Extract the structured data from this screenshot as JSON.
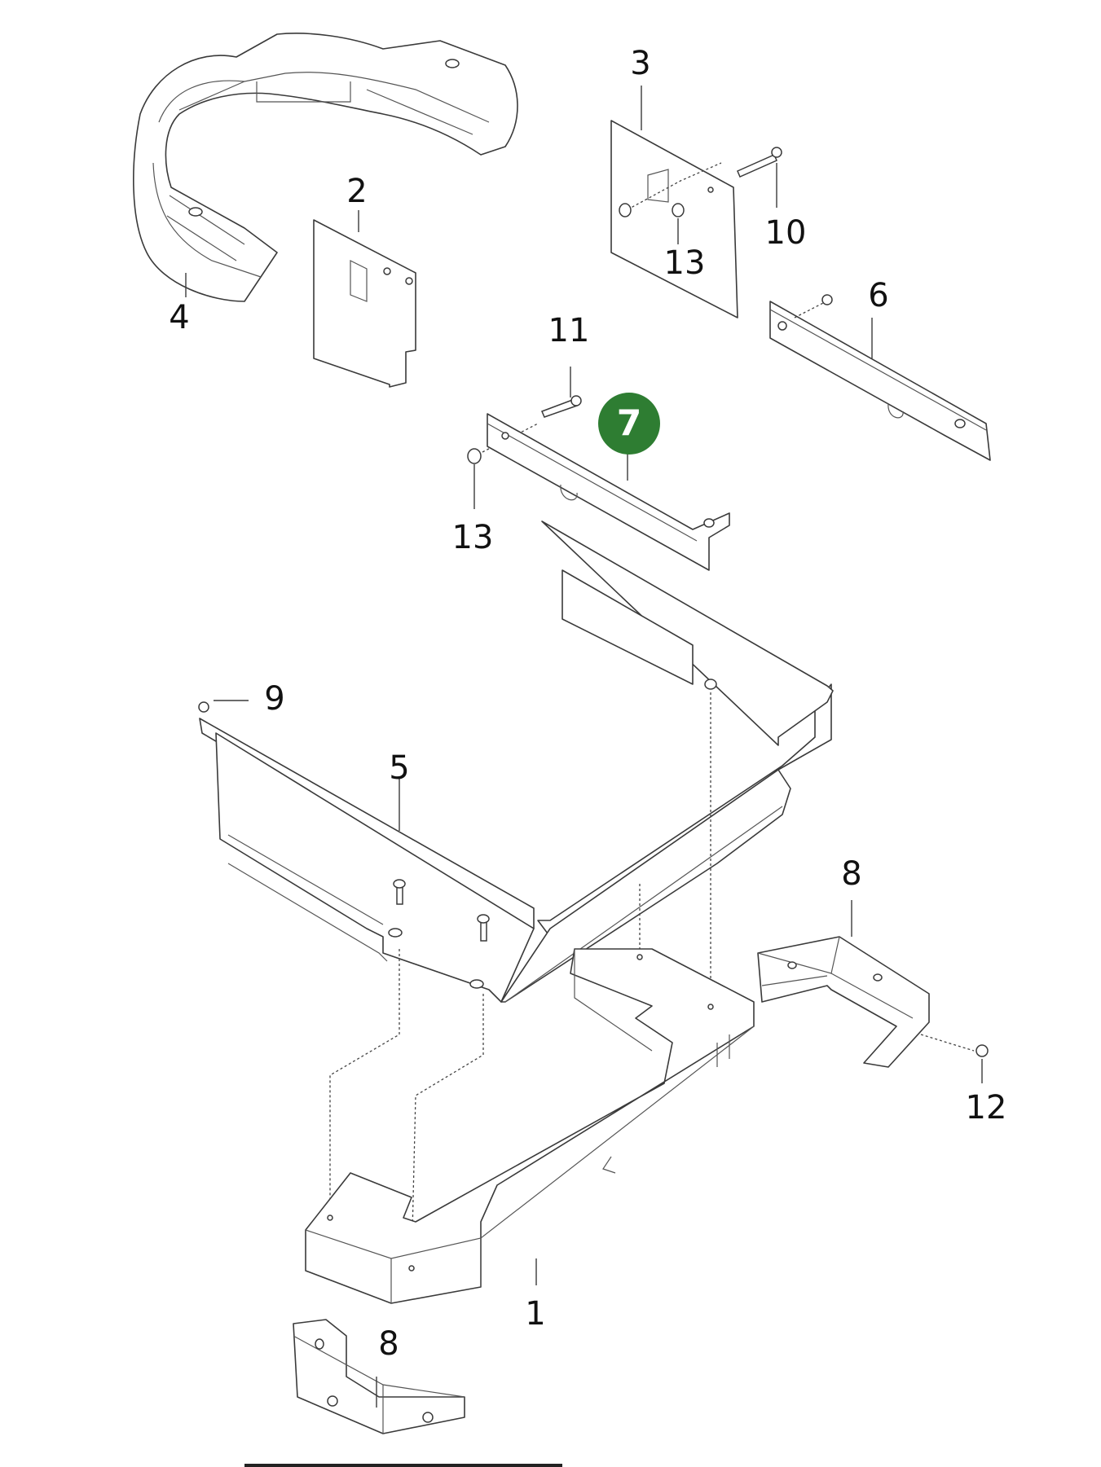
{
  "callouts": [
    {
      "id": "1",
      "text": "1"
    },
    {
      "id": "2",
      "text": "2"
    },
    {
      "id": "3",
      "text": "3"
    },
    {
      "id": "4",
      "text": "4"
    },
    {
      "id": "5",
      "text": "5"
    },
    {
      "id": "6",
      "text": "6"
    },
    {
      "id": "7",
      "text": "7"
    },
    {
      "id": "8a",
      "text": "8"
    },
    {
      "id": "8b",
      "text": "8"
    },
    {
      "id": "9",
      "text": "9"
    },
    {
      "id": "10",
      "text": "10"
    },
    {
      "id": "11",
      "text": "11"
    },
    {
      "id": "12",
      "text": "12"
    },
    {
      "id": "13a",
      "text": "13"
    },
    {
      "id": "13b",
      "text": "13"
    }
  ],
  "highlight": {
    "callout": "7",
    "color": "#2e7d32"
  }
}
